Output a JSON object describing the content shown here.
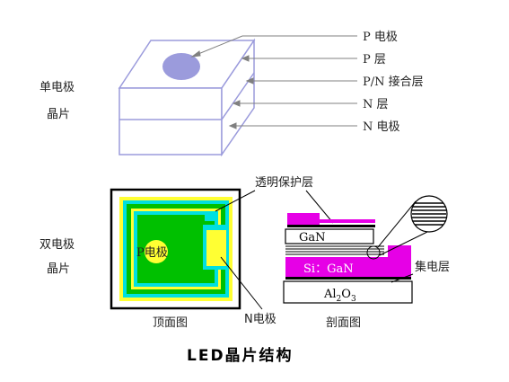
{
  "single_chip": {
    "side_label_1": "单电极",
    "side_label_2": "晶片",
    "layers": [
      "P 电极",
      "P 层",
      "P/N 接合层",
      "N 层",
      "N 电极"
    ]
  },
  "double_chip": {
    "side_label_1": "双电极",
    "side_label_2": "晶片",
    "top_view": {
      "p_electrode": "P电极",
      "caption": "顶面图",
      "n_electrode": "N电极"
    },
    "protective_layer": "透明保护层",
    "cross_section": {
      "gan": "GaN",
      "si_gan": "Si：GaN",
      "substrate": "Al",
      "substrate_sub": "2",
      "substrate_end": "O",
      "substrate_sub2": "3",
      "collector": "集电层",
      "caption": "剖面图"
    }
  },
  "figure_title": "LED晶片结构",
  "colors": {
    "outline_blue": "#9b9bdc",
    "leader_gray": "#808080",
    "magenta": "#e600e6",
    "green": "#00c000",
    "cyan": "#00e0e0",
    "yellow": "#ffff33",
    "black": "#000000"
  }
}
